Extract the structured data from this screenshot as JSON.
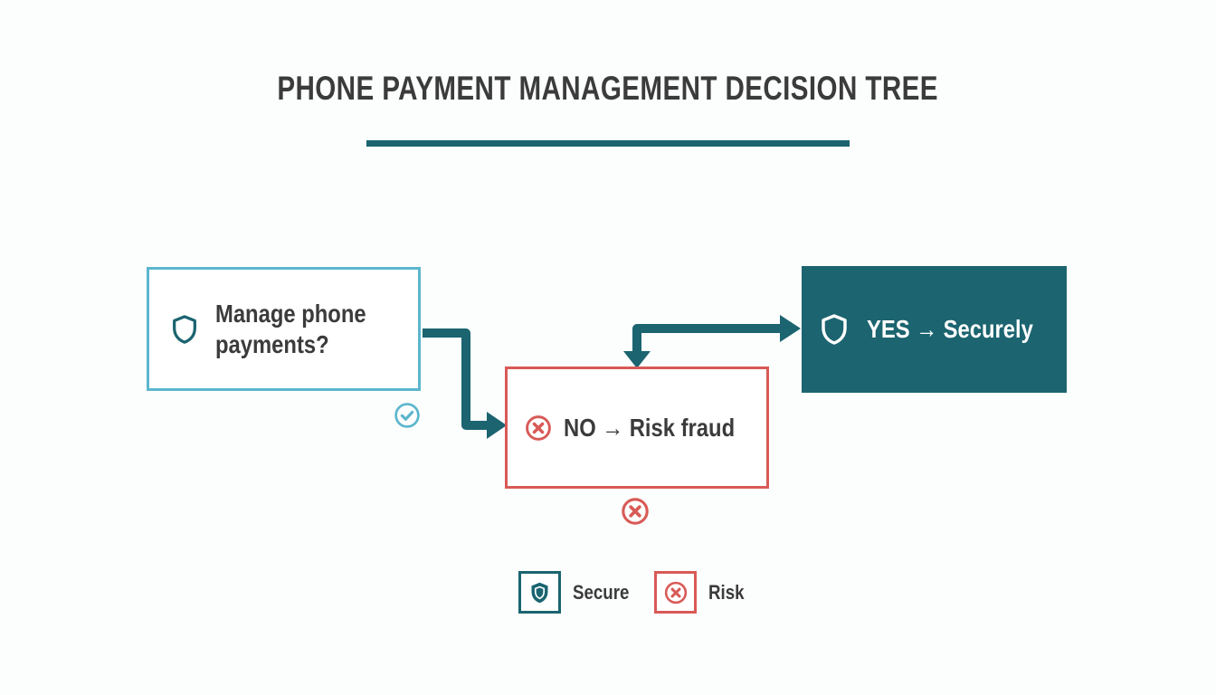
{
  "title": "PHONE PAYMENT MANAGEMENT DECISION TREE",
  "nodes": {
    "decision": {
      "label": "Manage phone payments?",
      "icon": "shield-outline"
    },
    "no": {
      "label": "NO → Risk fraud",
      "icon": "x-circle"
    },
    "yes": {
      "label": "YES → Securely",
      "icon": "shield-outline"
    }
  },
  "badges": {
    "decision": {
      "icon": "check-circle"
    },
    "no": {
      "icon": "x-circle"
    }
  },
  "legend": {
    "items": [
      {
        "label": "Secure",
        "icon": "shield",
        "color": "#1B6470"
      },
      {
        "label": "Risk",
        "icon": "x-circle",
        "color": "#D85A56"
      }
    ]
  },
  "colors": {
    "teal": "#1B6470",
    "light_cyan": "#5BB6CD",
    "red": "#D85A56",
    "text": "#3B3B3B",
    "background": "#FCFDFD",
    "node_yes_text": "#FFFFFF"
  }
}
